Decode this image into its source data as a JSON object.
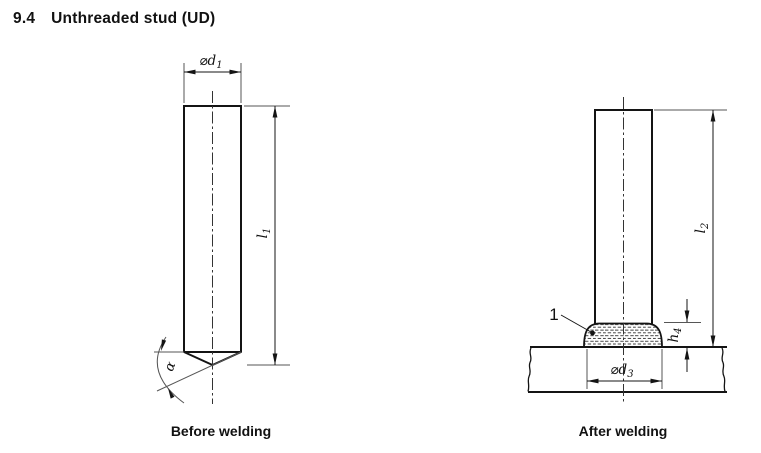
{
  "heading": {
    "number": "9.4",
    "title": "Unthreaded stud (UD)"
  },
  "colors": {
    "outline": "#141414",
    "thin_line": "#565656",
    "background": "#ffffff"
  },
  "before_welding": {
    "caption": "Before welding",
    "dimensions": {
      "diameter_top": {
        "text": "⌀d",
        "sub": "1"
      },
      "length": {
        "text": "l",
        "sub": "1"
      },
      "tip_angle": {
        "text": "α"
      }
    }
  },
  "after_welding": {
    "caption": "After welding",
    "dimensions": {
      "length": {
        "text": "l",
        "sub": "2"
      },
      "collar_height": {
        "text": "h",
        "sub": "4"
      },
      "collar_diameter": {
        "text": "⌀d",
        "sub": "3"
      },
      "weld_collar_ref": {
        "text": "1"
      }
    }
  }
}
